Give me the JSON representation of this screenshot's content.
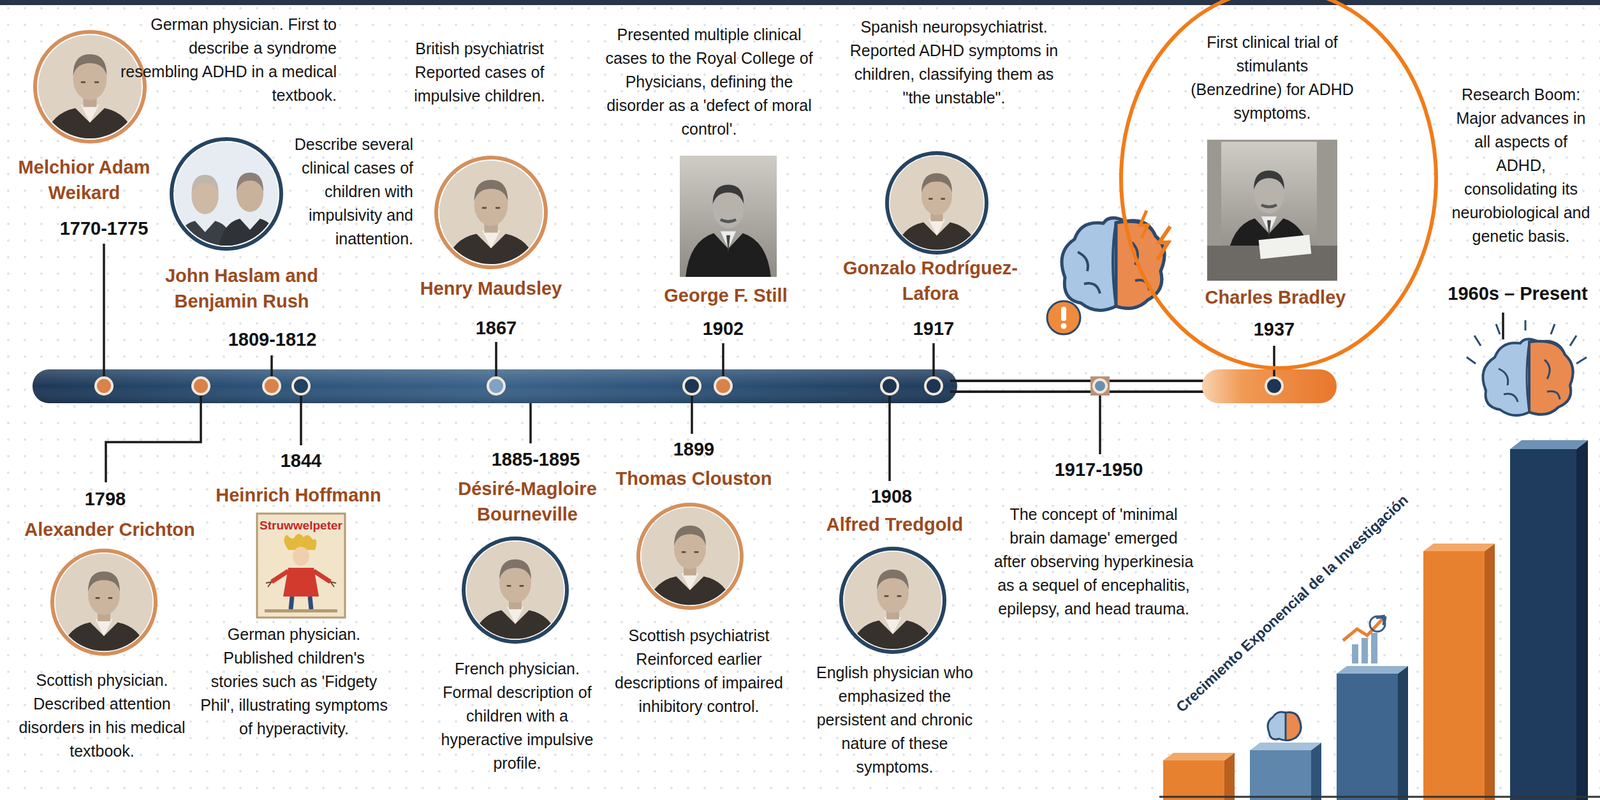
{
  "diagram": {
    "nodes": [
      {
        "text": [
          "First clinical trial of stimulants (Benzedrine) for ADHD symptoms.",
          "Charles Bradley",
          "1937"
        ]
      }
    ],
    "labels": [
      "German physician. First to describe a syndrome resembling ADHD in a medical textbook.",
      "Melchior Adam Weikard",
      "1770-1775",
      "Describe several clinical cases of children with impulsivity and inattention.",
      "John Haslam and Benjamin Rush",
      "1809-1812",
      "British psychiatrist Reported cases of impulsive children.",
      "Henry Maudsley",
      "1867",
      "Presented multiple clinical cases to the Royal College of Physicians, defining the disorder as a 'defect of moral control'.",
      "George F. Still",
      "1902",
      "Spanish neuropsychiatrist. Reported ADHD symptoms in children, classifying them as \"the unstable\".",
      "Gonzalo Rodríguez-Lafora",
      "1917",
      "Research Boom: Major advances in all aspects of ADHD, consolidating its neurobiological and genetic basis.",
      "1960s – Present",
      "1798",
      "Alexander Crichton",
      "Scottish physician. Described attention disorders in his medical textbook.",
      "1844",
      "Heinrich Hoffmann",
      "Struwwelpeter",
      "German physician. Published children's stories such as 'Fidgety Phil', illustrating symptoms of hyperactivity.",
      "1885-1895",
      "Désiré-Magloire Bourneville",
      "French physician. Formal description of children with a hyperactive impulsive profile.",
      "1899",
      "Thomas Clouston",
      "Scottish psychiatrist Reinforced earlier descriptions of impaired inhibitory control.",
      "1908",
      "Alfred Tredgold",
      "English physician who emphasized the persistent and chronic nature of these symptoms.",
      "1917-1950",
      "The concept of 'minimal brain damage' emerged after observing hyperkinesia as a sequel of encephalitis, epilepsy, and head trauma.",
      "Crecimiento Exponencial de la Investigación"
    ]
  }
}
